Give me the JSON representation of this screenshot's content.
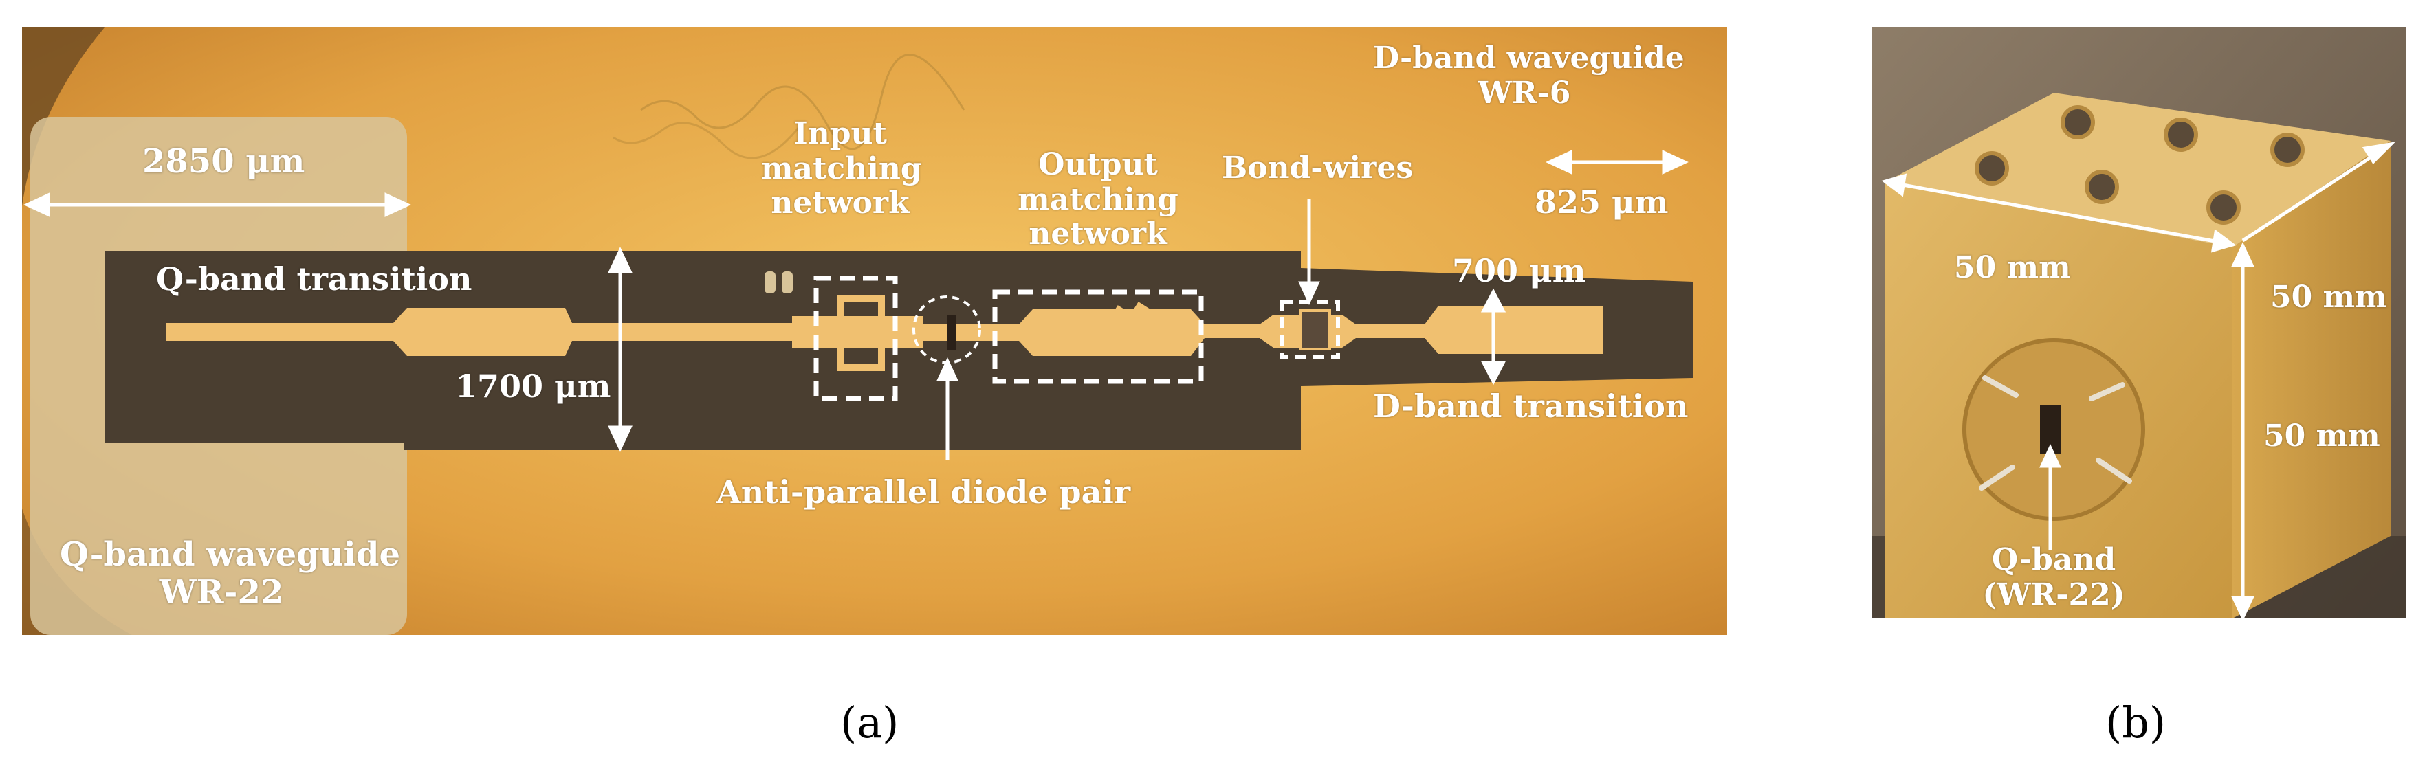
{
  "panel_a": {
    "labels": {
      "left_dim": "2850 μm",
      "q_transition": "Q-band transition",
      "height_dim": "1700 μm",
      "q_waveguide_line1": "Q-band waveguide",
      "q_waveguide_line2": "WR-22",
      "input_line1": "Input",
      "input_line2": "matching",
      "input_line3": "network",
      "output_line1": "Output",
      "output_line2": "matching",
      "output_line3": "network",
      "diode_pair": "Anti-parallel  diode pair",
      "bond_wires": "Bond-wires",
      "d_waveguide_line1": "D-band waveguide",
      "d_waveguide_line2": "WR-6",
      "right_dim": "825 μm",
      "d_dim": "700 μm",
      "d_transition": "D-band transition"
    },
    "caption": "(a)"
  },
  "panel_b": {
    "labels": {
      "dim_front": "50 mm",
      "dim_side": "50 mm",
      "dim_height": "50 mm",
      "q_band_line1": "Q-band",
      "q_band_line2": "(WR-22)"
    },
    "caption": "(b)"
  },
  "colors": {
    "substrate": "#e2a845",
    "metal_dark": "#4a3e30",
    "line_gold": "#f0c070",
    "block_gold": "#d8ad55",
    "background_b": "#7a6a58"
  }
}
